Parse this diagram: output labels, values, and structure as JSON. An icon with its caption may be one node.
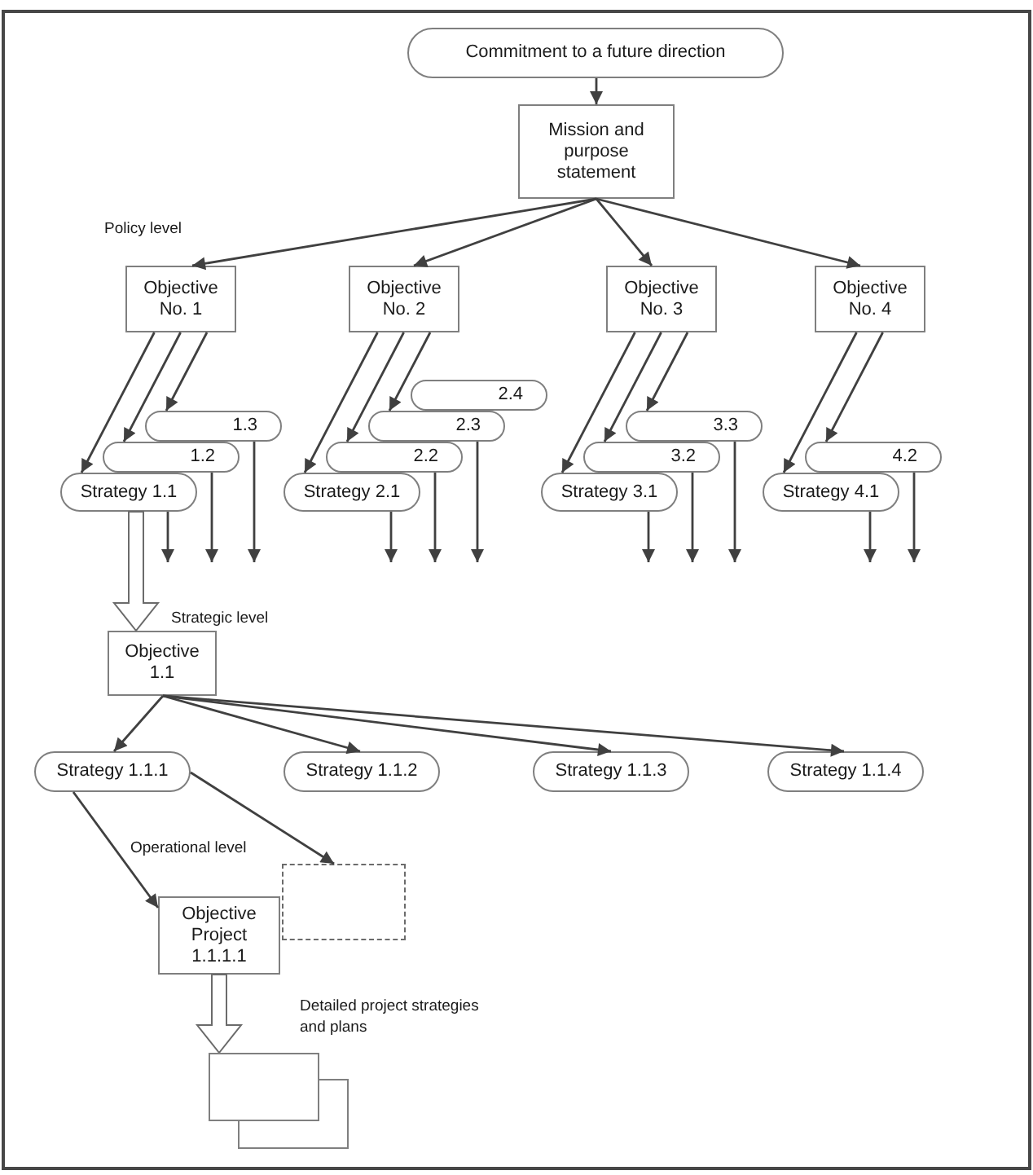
{
  "diagram": {
    "nodes": [
      {
        "text": [
          "Commitment to a future direction"
        ]
      },
      {
        "text": [
          "Mission and purpose statement"
        ]
      },
      {
        "text": [
          "Objective No. 1"
        ]
      },
      {
        "text": [
          "Objective No. 2"
        ]
      },
      {
        "text": [
          "Objective No. 3"
        ]
      },
      {
        "text": [
          "Objective No. 4"
        ]
      },
      {
        "text": [
          "1.3"
        ]
      },
      {
        "text": [
          "1.2"
        ]
      },
      {
        "text": [
          "Strategy 1.1"
        ]
      },
      {
        "text": [
          "2.4"
        ]
      },
      {
        "text": [
          "2.3"
        ]
      },
      {
        "text": [
          "2.2"
        ]
      },
      {
        "text": [
          "Strategy 2.1"
        ]
      },
      {
        "text": [
          "3.3"
        ]
      },
      {
        "text": [
          "3.2"
        ]
      },
      {
        "text": [
          "Strategy 3.1"
        ]
      },
      {
        "text": [
          "4.2"
        ]
      },
      {
        "text": [
          "Strategy 4.1"
        ]
      },
      {
        "text": [
          "Objective 1.1"
        ]
      },
      {
        "text": [
          "Strategy 1.1.1"
        ]
      },
      {
        "text": [
          "Strategy 1.1.2"
        ]
      },
      {
        "text": [
          "Strategy 1.1.3"
        ]
      },
      {
        "text": [
          "Strategy 1.1.4"
        ]
      },
      {
        "text": [],
        "shape": "box"
      },
      {
        "text": [
          "Objective Project 1.1.1.1"
        ]
      },
      {
        "text": [],
        "shape": "box"
      },
      {
        "text": [],
        "shape": "box"
      }
    ],
    "edges": [
      {
        "from": 0,
        "to": 1,
        "arrow": "to"
      },
      {
        "from": 1,
        "to": 2,
        "arrow": "to"
      },
      {
        "from": 1,
        "to": 3,
        "arrow": "to"
      },
      {
        "from": 1,
        "to": 4,
        "arrow": "to"
      },
      {
        "from": 1,
        "to": 5,
        "arrow": "to"
      },
      {
        "from": 2,
        "to": 6,
        "arrow": "to"
      },
      {
        "from": 2,
        "to": 7,
        "arrow": "to"
      },
      {
        "from": 2,
        "to": 8,
        "arrow": "to"
      },
      {
        "from": 3,
        "to": 10,
        "arrow": "to"
      },
      {
        "from": 3,
        "to": 11,
        "arrow": "to"
      },
      {
        "from": 3,
        "to": 12,
        "arrow": "to"
      },
      {
        "from": 4,
        "to": 13,
        "arrow": "to"
      },
      {
        "from": 4,
        "to": 14,
        "arrow": "to"
      },
      {
        "from": 4,
        "to": 15,
        "arrow": "to"
      },
      {
        "from": 5,
        "to": 16,
        "arrow": "to"
      },
      {
        "from": 5,
        "to": 17,
        "arrow": "to"
      },
      {
        "from": 8,
        "to": null,
        "arrow": "to"
      },
      {
        "from": 7,
        "to": null,
        "arrow": "to"
      },
      {
        "from": 6,
        "to": null,
        "arrow": "to"
      },
      {
        "from": 12,
        "to": null,
        "arrow": "to"
      },
      {
        "from": 11,
        "to": null,
        "arrow": "to"
      },
      {
        "from": 10,
        "to": null,
        "arrow": "to"
      },
      {
        "from": 15,
        "to": null,
        "arrow": "to"
      },
      {
        "from": 14,
        "to": null,
        "arrow": "to"
      },
      {
        "from": 13,
        "to": null,
        "arrow": "to"
      },
      {
        "from": 17,
        "to": null,
        "arrow": "to"
      },
      {
        "from": 16,
        "to": null,
        "arrow": "to"
      },
      {
        "from": 8,
        "to": 18,
        "arrow": "to",
        "style": "thick"
      },
      {
        "from": 18,
        "to": 19,
        "arrow": "to"
      },
      {
        "from": 18,
        "to": 20,
        "arrow": "to"
      },
      {
        "from": 18,
        "to": 21,
        "arrow": "to"
      },
      {
        "from": 18,
        "to": 22,
        "arrow": "to"
      },
      {
        "from": 19,
        "to": 24,
        "arrow": "to"
      },
      {
        "from": 19,
        "to": 23,
        "arrow": "to"
      },
      {
        "from": 24,
        "to": 25,
        "arrow": "to",
        "style": "thick"
      }
    ],
    "labels": [
      "Policy level",
      "Strategic level",
      "Operational level",
      "Detailed project strategies and plans"
    ]
  }
}
